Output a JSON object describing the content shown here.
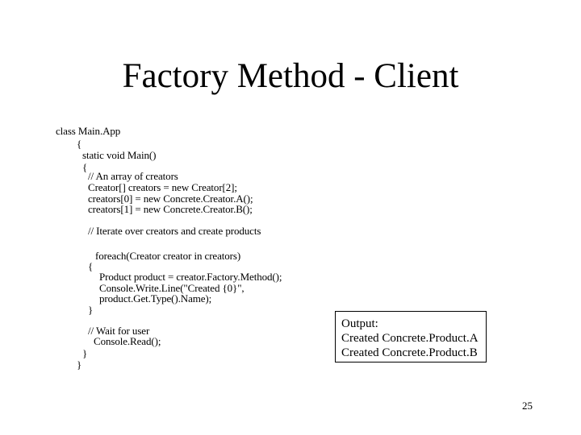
{
  "slide": {
    "title": "Factory Method - Client",
    "page_number": "25"
  },
  "code": {
    "lines": [
      "class Main.App",
      "{",
      "static void Main()",
      "{",
      "// An array of creators",
      "Creator[] creators = new Creator[2];",
      "creators[0] = new Concrete.Creator.A();",
      "creators[1] = new Concrete.Creator.B();",
      "// Iterate over creators and create products",
      "foreach(Creator creator in creators)",
      "{",
      "Product product = creator.Factory.Method();",
      "Console.Write.Line(\"Created {0}\",",
      "product.Get.Type().Name);",
      "}",
      "// Wait for user",
      "Console.Read();",
      "}",
      "}"
    ]
  },
  "output": {
    "label": "Output:",
    "lines": [
      "Created Concrete.Product.A",
      "Created Concrete.Product.B"
    ]
  }
}
